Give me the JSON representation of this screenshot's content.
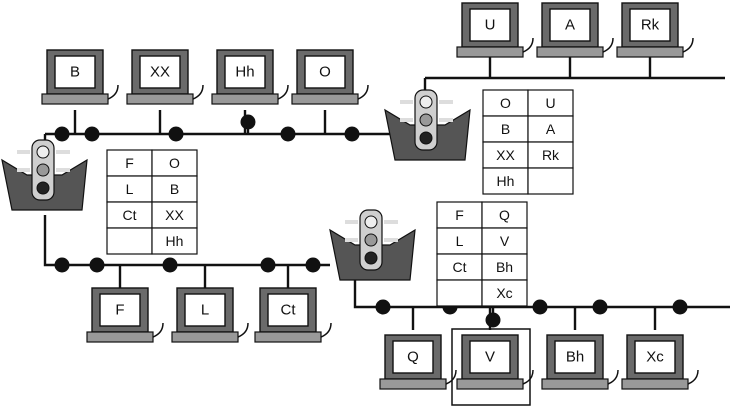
{
  "colors": {
    "ink": "#111111",
    "screen": "#ffffff",
    "shade": "#6a6a6a"
  },
  "hosts": [
    {
      "id": "U",
      "label": "U"
    },
    {
      "id": "A",
      "label": "A"
    },
    {
      "id": "Rk",
      "label": "Rk"
    },
    {
      "id": "B",
      "label": "B"
    },
    {
      "id": "XX",
      "label": "XX"
    },
    {
      "id": "Hh",
      "label": "Hh"
    },
    {
      "id": "O",
      "label": "O"
    },
    {
      "id": "F",
      "label": "F"
    },
    {
      "id": "L",
      "label": "L"
    },
    {
      "id": "Ct",
      "label": "Ct"
    },
    {
      "id": "Q",
      "label": "Q"
    },
    {
      "id": "V",
      "label": "V"
    },
    {
      "id": "Bh",
      "label": "Bh"
    },
    {
      "id": "Xc",
      "label": "Xc"
    }
  ],
  "tables": [
    {
      "id": "top-right",
      "rows": [
        [
          "O",
          "U"
        ],
        [
          "B",
          "A"
        ],
        [
          "XX",
          "Rk"
        ],
        [
          "Hh",
          ""
        ]
      ]
    },
    {
      "id": "left",
      "rows": [
        [
          "F",
          "O"
        ],
        [
          "L",
          "B"
        ],
        [
          "Ct",
          "XX"
        ],
        [
          "",
          "Hh"
        ]
      ]
    },
    {
      "id": "middle",
      "rows": [
        [
          "F",
          "Q"
        ],
        [
          "L",
          "V"
        ],
        [
          "Ct",
          "Bh"
        ],
        [
          "",
          "Xc"
        ]
      ]
    }
  ],
  "bridges": [
    {
      "id": "bridge-top-right"
    },
    {
      "id": "bridge-left"
    },
    {
      "id": "bridge-middle"
    }
  ]
}
